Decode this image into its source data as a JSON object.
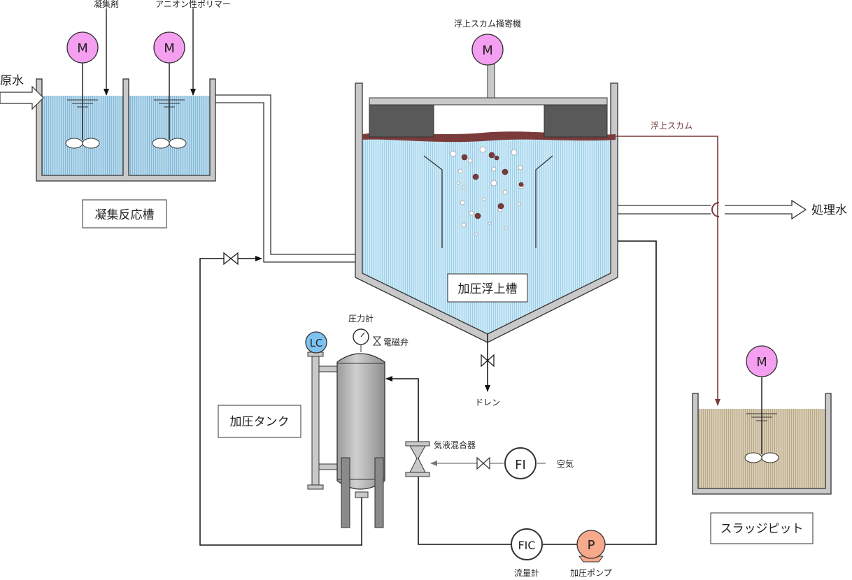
{
  "labels": {
    "raw_water": "原水",
    "coagulant": "凝集剤",
    "anionic_polymer": "アニオン性ポリマー",
    "coag_tank": "凝集反応槽",
    "scum_scraper": "浮上スカム掻寄機",
    "floating_scum": "浮上スカム",
    "treated_water": "処理水",
    "daf_tank": "加圧浮上槽",
    "drain": "ドレン",
    "pressure_gauge": "圧力計",
    "solenoid_valve": "電磁弁",
    "pressure_tank": "加圧タンク",
    "gas_liquid_mixer": "気液混合器",
    "air": "空気",
    "flow_meter": "流量計",
    "pressure_pump": "加圧ポンプ",
    "sludge_pit": "スラッジピット"
  },
  "instruments": {
    "motor": "M",
    "lc": "LC",
    "fi": "FI",
    "fic": "FIC",
    "pump": "P"
  },
  "colors": {
    "water": "#bfe3f3",
    "water_coag": "#a9cfe6",
    "tank_wall": "#c9c9c9",
    "scum": "#7b3b3b",
    "sludge": "#cdbfa3",
    "motor": "#f59ff0",
    "lc": "#7ec3f0",
    "pump": "#f7a98b"
  }
}
